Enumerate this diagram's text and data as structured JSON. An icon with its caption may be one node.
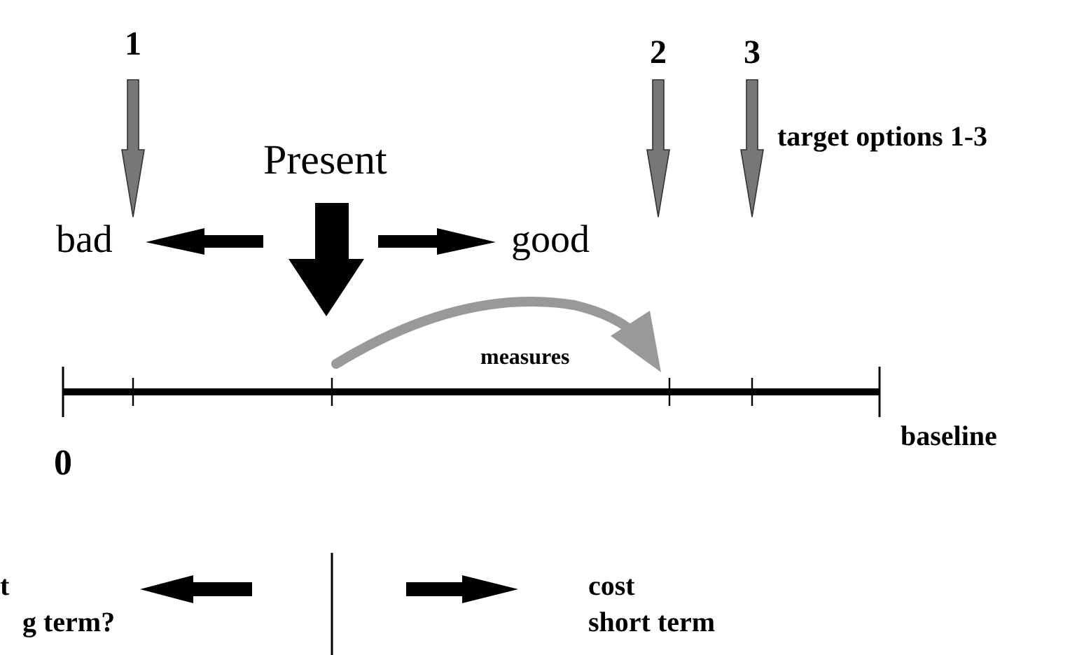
{
  "diagram": {
    "labels": [
      "1",
      "2",
      "3",
      "Present",
      "target options 1-3",
      "bad",
      "good",
      "measures",
      "0",
      "baseline",
      "t",
      "cost",
      "g term?",
      "short term"
    ]
  }
}
